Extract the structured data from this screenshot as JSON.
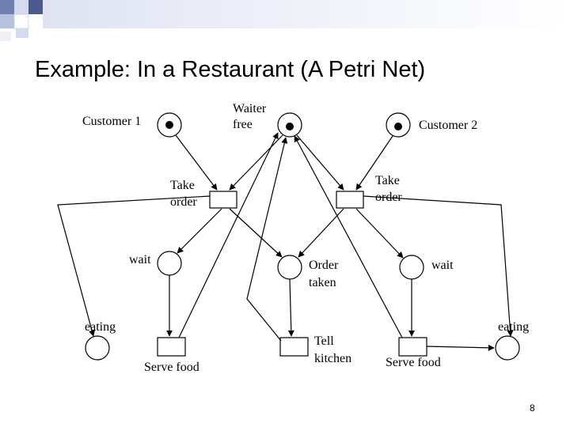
{
  "slide": {
    "title": "Example: In a Restaurant (A Petri Net)",
    "page_number": "8",
    "accent_color": "#4a5a8c"
  },
  "petri_net": {
    "places": {
      "customer1": "Customer 1",
      "waiter_free": [
        "Waiter",
        "free"
      ],
      "customer2": "Customer 2",
      "wait_left": "wait",
      "order_taken": [
        "Order",
        "taken"
      ],
      "wait_right": "wait",
      "eating_left": "eating",
      "eating_right": "eating"
    },
    "transitions": {
      "take_order_left": [
        "Take",
        "order"
      ],
      "take_order_right": [
        "Take",
        "order"
      ],
      "serve_food_left": "Serve food",
      "tell_kitchen": [
        "Tell",
        "kitchen"
      ],
      "serve_food_right": "Serve food"
    },
    "tokens": [
      "customer1",
      "waiter_free",
      "customer2"
    ]
  }
}
